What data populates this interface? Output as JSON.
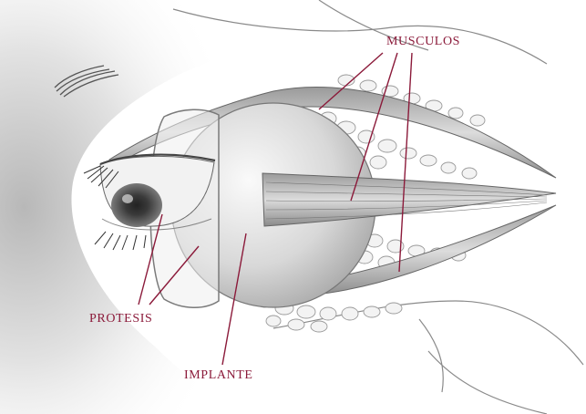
{
  "labels": {
    "musculos": "MUSCULOS",
    "protesis": "PROTESIS",
    "implante": "IMPLANTE"
  },
  "colors": {
    "label_text": "#8b1a3a",
    "leader_line": "#8b1a3a",
    "sketch_line": "#555555",
    "shading": "#c8c8c8"
  },
  "illustration": {
    "subject": "eye-socket-cross-section",
    "style": "grayscale-pencil-illustration"
  }
}
